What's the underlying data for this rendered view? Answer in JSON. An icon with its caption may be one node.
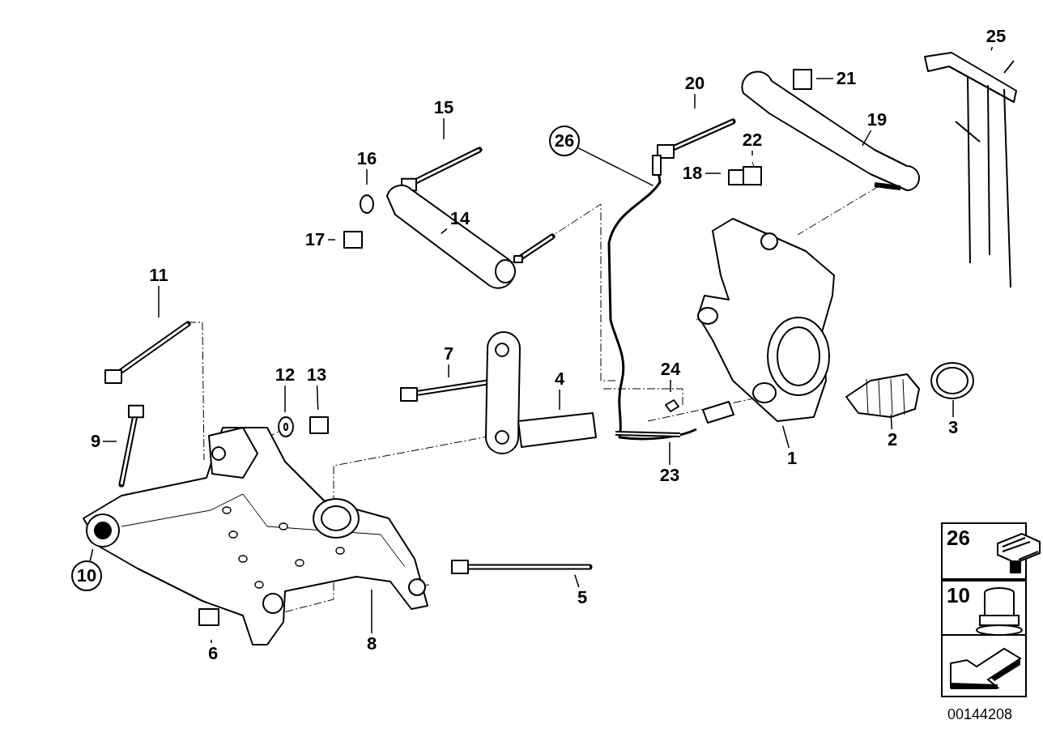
{
  "diagram": {
    "nodes": [
      {
        "text": [
          "1"
        ]
      },
      {
        "text": [
          "2"
        ]
      },
      {
        "text": [
          "3"
        ]
      },
      {
        "text": [
          "4"
        ]
      },
      {
        "text": [
          "5"
        ]
      },
      {
        "text": [
          "6"
        ]
      },
      {
        "text": [
          "7"
        ]
      },
      {
        "text": [
          "8"
        ]
      },
      {
        "text": [
          "9"
        ]
      },
      {
        "text": [
          "10"
        ]
      },
      {
        "text": [
          "11"
        ]
      },
      {
        "text": [
          "12"
        ]
      },
      {
        "text": [
          "13"
        ]
      },
      {
        "text": [
          "14"
        ]
      },
      {
        "text": [
          "15"
        ]
      },
      {
        "text": [
          "16"
        ]
      },
      {
        "text": [
          "17"
        ]
      },
      {
        "text": [
          "18"
        ]
      },
      {
        "text": [
          "19"
        ]
      },
      {
        "text": [
          "20"
        ]
      },
      {
        "text": [
          "21"
        ]
      },
      {
        "text": [
          "22"
        ]
      },
      {
        "text": [
          "23"
        ]
      },
      {
        "text": [
          "24"
        ]
      },
      {
        "text": [
          "25"
        ]
      },
      {
        "text": [
          "26"
        ]
      },
      {
        "text": [
          "26"
        ]
      },
      {
        "text": [
          "10"
        ]
      },
      {
        "text": [],
        "shape": "box"
      }
    ],
    "edges": [
      {
        "from": 0,
        "to": null,
        "arrow": "none"
      },
      {
        "from": 1,
        "to": null,
        "arrow": "none"
      },
      {
        "from": 2,
        "to": null,
        "arrow": "none"
      },
      {
        "from": 3,
        "to": null,
        "arrow": "none"
      },
      {
        "from": 4,
        "to": null,
        "arrow": "none"
      },
      {
        "from": 5,
        "to": null,
        "arrow": "none"
      },
      {
        "from": 6,
        "to": null,
        "arrow": "none"
      },
      {
        "from": 7,
        "to": null,
        "arrow": "none"
      },
      {
        "from": 8,
        "to": null,
        "arrow": "none"
      },
      {
        "from": 9,
        "to": null,
        "arrow": "none"
      },
      {
        "from": 10,
        "to": null,
        "arrow": "none"
      },
      {
        "from": 11,
        "to": null,
        "arrow": "none"
      },
      {
        "from": 12,
        "to": null,
        "arrow": "none"
      },
      {
        "from": 13,
        "to": null,
        "arrow": "none"
      },
      {
        "from": 14,
        "to": null,
        "arrow": "none"
      },
      {
        "from": 15,
        "to": null,
        "arrow": "none"
      },
      {
        "from": 16,
        "to": null,
        "arrow": "none"
      },
      {
        "from": 17,
        "to": null,
        "arrow": "none"
      },
      {
        "from": 18,
        "to": null,
        "arrow": "none"
      },
      {
        "from": 19,
        "to": null,
        "arrow": "none"
      },
      {
        "from": 20,
        "to": null,
        "arrow": "none"
      },
      {
        "from": 21,
        "to": null,
        "arrow": "none"
      },
      {
        "from": 22,
        "to": null,
        "arrow": "none"
      },
      {
        "from": 23,
        "to": null,
        "arrow": "none"
      },
      {
        "from": 24,
        "to": null,
        "arrow": "none"
      },
      {
        "from": 25,
        "to": null,
        "arrow": "none"
      }
    ],
    "labels": [
      "00144208"
    ]
  }
}
